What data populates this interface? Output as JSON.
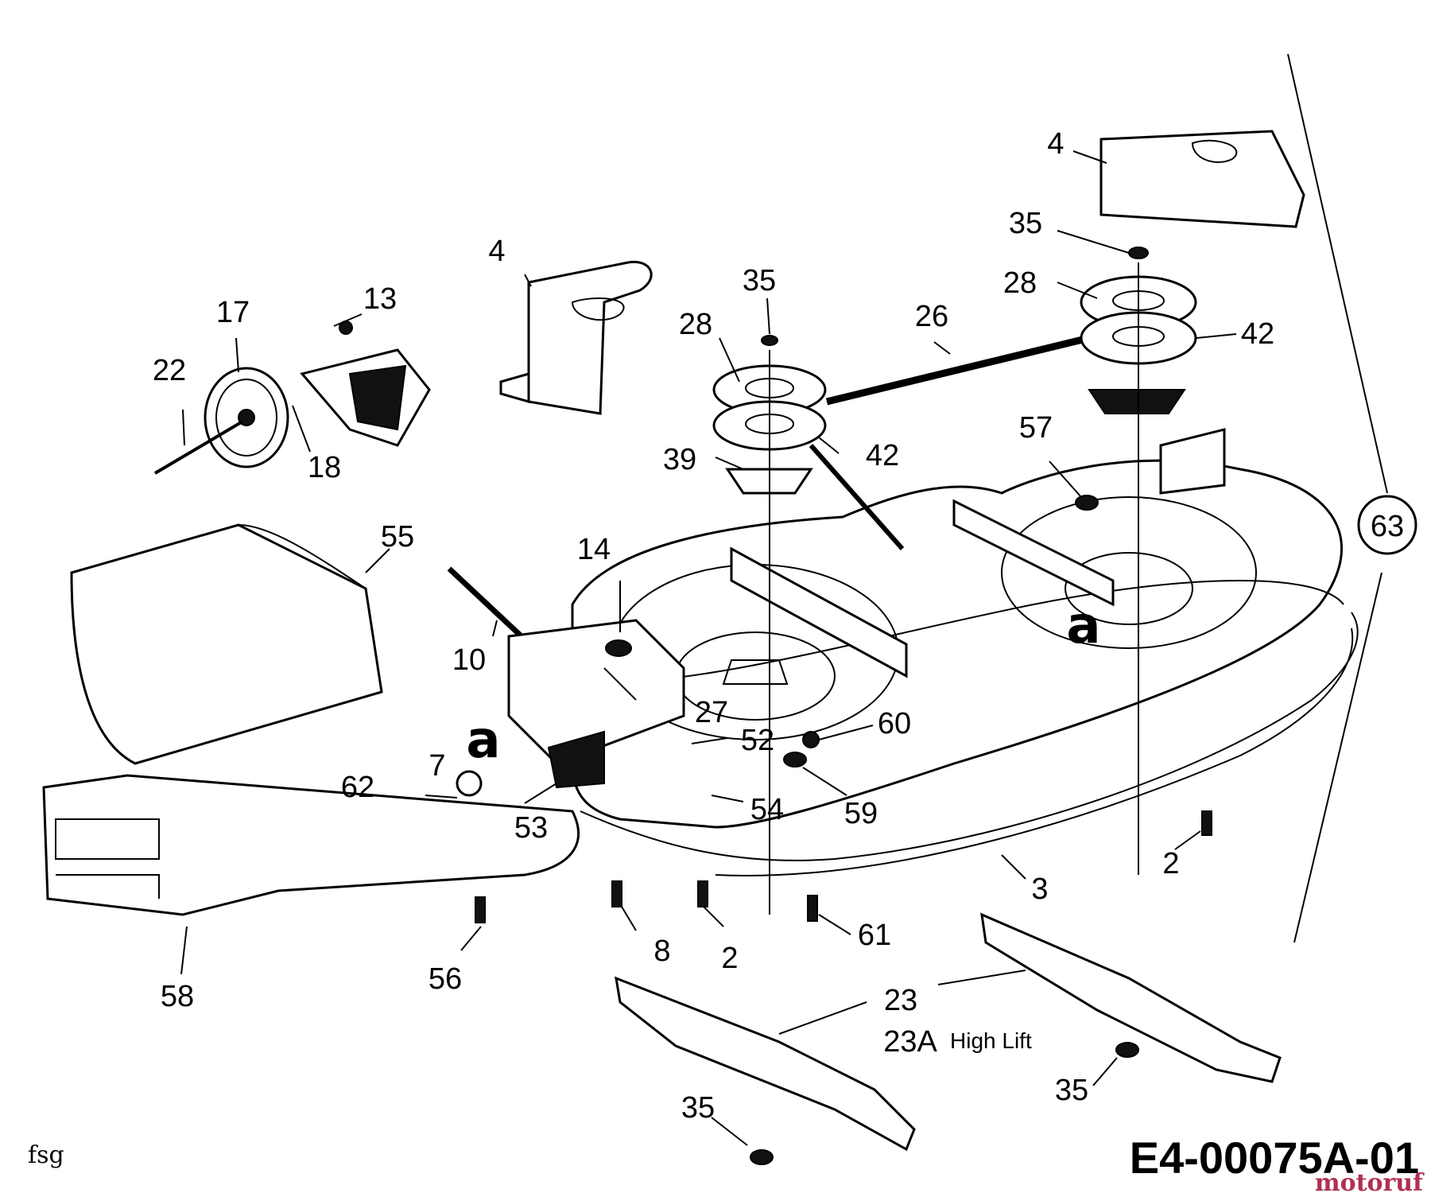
{
  "callouts": {
    "c4a": "4",
    "c4b": "4",
    "c35a": "35",
    "c35b": "35",
    "c35c": "35",
    "c35d": "35",
    "c28a": "28",
    "c28b": "28",
    "c26": "26",
    "c42a": "42",
    "c42b": "42",
    "c13": "13",
    "c17": "17",
    "c22": "22",
    "c18": "18",
    "c39": "39",
    "c57": "57",
    "c55": "55",
    "c14": "14",
    "c10": "10",
    "c27": "27",
    "c60": "60",
    "c52": "52",
    "c7": "7",
    "c62": "62",
    "c53": "53",
    "c54": "54",
    "c59": "59",
    "c2a": "2",
    "c2b": "2",
    "c3": "3",
    "c61": "61",
    "c8": "8",
    "c56": "56",
    "c58": "58",
    "c23": "23",
    "c23a": "23A",
    "c63": "63"
  },
  "high_lift_label": "High Lift",
  "detail_marker": "a",
  "footer": {
    "left_mark": "fsg",
    "drawing_number": "E4-00075A-01",
    "watermark": "motoruf"
  }
}
